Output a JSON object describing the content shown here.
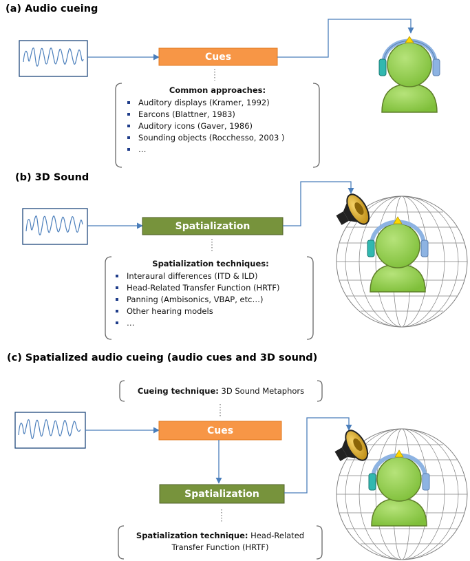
{
  "sections": {
    "a": {
      "title": "(a) Audio cueing",
      "box": "Cues",
      "list_title": "Common approaches:",
      "items": [
        "Auditory displays (Kramer, 1992)",
        "Earcons (Blattner, 1983)",
        "Auditory icons  (Gaver, 1986)",
        "Sounding objects (Rocchesso, 2003 )",
        "…"
      ]
    },
    "b": {
      "title": "(b) 3D Sound",
      "box": "Spatialization",
      "list_title": "Spatialization techniques:",
      "items": [
        "Interaural differences (ITD & ILD)",
        "Head-Related Transfer Function (HRTF)",
        "Panning (Ambisonics, VBAP, etc…)",
        "Other hearing models",
        "…"
      ]
    },
    "c": {
      "title": "(c) Spatialized audio cueing (audio cues and 3D sound)",
      "cueing_label": "Cueing technique:",
      "cueing_value": "3D Sound Metaphors",
      "box_cues": "Cues",
      "box_spatial": "Spatialization",
      "spatial_label": "Spatialization technique:",
      "spatial_value": "Head-Related Transfer Function (HRTF)"
    }
  },
  "colors": {
    "cues_box": "#f79646",
    "spatial_box": "#77933c",
    "arrow": "#4a7ebb",
    "waveform": "#4a7ebb",
    "wave_border": "#1f497d",
    "head": "#92d050",
    "head_outline": "#5f7f2a",
    "headphone": "#8db3e2",
    "earcup": "#31b8b0",
    "top_marker": "#ffd700",
    "sphere": "#7f7f7f",
    "speaker": "#d4a017"
  },
  "icons": {
    "user": "user-with-headphones-icon",
    "speaker": "speaker-icon",
    "sphere": "wireframe-sphere-icon",
    "signal": "waveform-icon"
  }
}
